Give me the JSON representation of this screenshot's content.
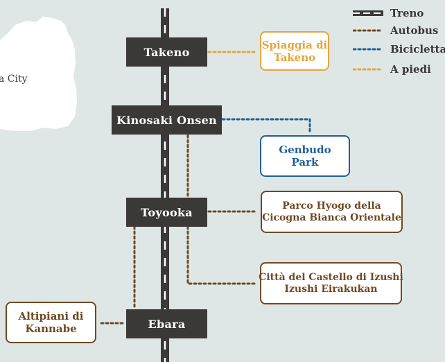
{
  "map": {
    "region_label": "a City",
    "stations": {
      "takeno": "Takeno",
      "kinosaki": "Kinosaki Onsen",
      "toyooka": "Toyooka",
      "ebara": "Ebara"
    },
    "places": {
      "takeno_beach": [
        "Spiaggia di",
        "Takeno"
      ],
      "genbudo": [
        "Genbudo",
        "Park"
      ],
      "stork_park": [
        "Parco Hyogo della",
        "Cicogna Bianca Orientale"
      ],
      "izushi": [
        "Città del Castello di Izushi",
        "Izushi Eirakukan"
      ],
      "kannabe": [
        "Altipiani di",
        "Kannabe"
      ]
    }
  },
  "legend": {
    "train": "Treno",
    "bus": "Autobus",
    "bicycle": "Bicicletta",
    "walk": "A piedi"
  },
  "colors": {
    "background": "#dfe7e6",
    "station_fill": "#3b3838",
    "bus": "#6e4a23",
    "bicycle": "#1f5f99",
    "walk": "#e6a53c"
  }
}
